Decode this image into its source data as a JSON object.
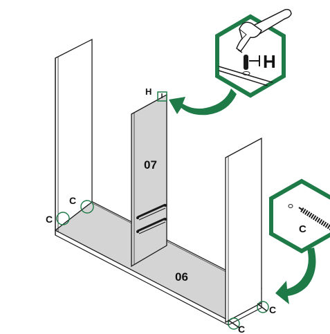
{
  "parts": {
    "middle_panel": "07",
    "bottom_panel": "06"
  },
  "hardware": {
    "pin": "H",
    "screw": "C"
  },
  "colors": {
    "callout_green": "#1e7a46",
    "panel_grey": "#d4d4d4",
    "outline": "#1a1a1a"
  },
  "icons": [
    "hammer-icon",
    "dowel-pin-icon",
    "screw-icon",
    "curved-arrow-icon"
  ]
}
